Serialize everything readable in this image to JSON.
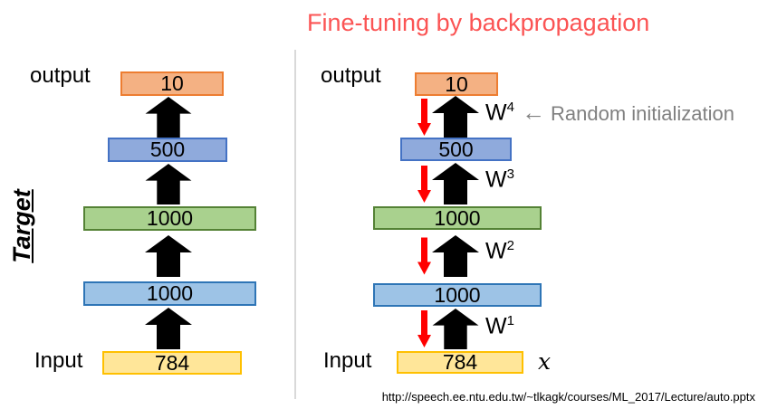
{
  "title": {
    "text": "Fine-tuning by backpropagation",
    "color": "#FB5454"
  },
  "footer": {
    "source_url": "http://speech.ee.ntu.edu.tw/~tlkagk/courses/ML_2017/Lecture/auto.pptx"
  },
  "colors": {
    "layer_10_fill": "#F4B183",
    "layer_10_border": "#ED7D31",
    "layer_500_fill": "#8FAADC",
    "layer_500_border": "#4472C4",
    "layer_1000a_fill": "#A9D18E",
    "layer_1000a_border": "#548235",
    "layer_1000b_fill": "#9DC3E6",
    "layer_1000b_border": "#2E75B6",
    "layer_784_fill": "#FFE699",
    "layer_784_border": "#FFC000",
    "forward_arrow": "#000000",
    "gradient_arrow": "#FF0000",
    "annotation_gray": "#808080"
  },
  "left_diagram": {
    "target_label": "Target",
    "output_label": "output",
    "input_label": "Input",
    "layers": {
      "l10": "10",
      "l500": "500",
      "l1000a": "1000",
      "l1000b": "1000",
      "l784": "784"
    }
  },
  "right_diagram": {
    "output_label": "output",
    "input_label": "Input",
    "input_symbol": "x",
    "annotation": {
      "arrow_glyph": "←",
      "text": "Random initialization"
    },
    "layers": {
      "l10": "10",
      "l500": "500",
      "l1000a": "1000",
      "l1000b": "1000",
      "l784": "784"
    },
    "weights": {
      "w4": {
        "base": "W",
        "exp": "4"
      },
      "w3": {
        "base": "W",
        "exp": "3"
      },
      "w2": {
        "base": "W",
        "exp": "2"
      },
      "w1": {
        "base": "W",
        "exp": "1"
      }
    }
  }
}
